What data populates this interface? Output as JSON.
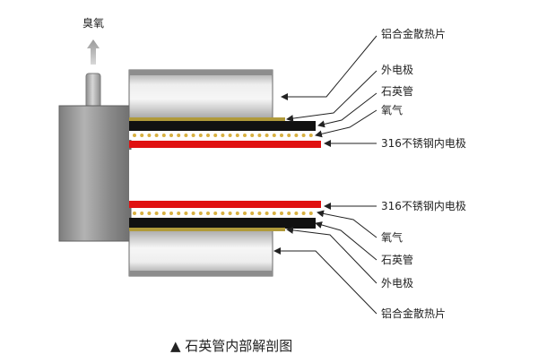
{
  "diagram": {
    "title": "▲ 石英管内部解剖图",
    "ozone_label": "臭氧",
    "labels_top": [
      {
        "id": "heatsink",
        "text": "铝合金散热片"
      },
      {
        "id": "outer",
        "text": "外电极"
      },
      {
        "id": "quartz",
        "text": "石英管"
      },
      {
        "id": "oxygen",
        "text": "氧气"
      },
      {
        "id": "inner",
        "text": "316不锈钢内电极"
      }
    ],
    "labels_bottom": [
      {
        "id": "inner",
        "text": "316不锈钢内电极"
      },
      {
        "id": "oxygen",
        "text": "氧气"
      },
      {
        "id": "quartz",
        "text": "石英管"
      },
      {
        "id": "outer",
        "text": "外电极"
      },
      {
        "id": "heatsink",
        "text": "铝合金散热片"
      }
    ],
    "colors": {
      "inner_electrode": "#e01010",
      "outer_electrode": "#111111",
      "quartz": "#b09a3a",
      "plasma_dot": "#d8b040",
      "body_metal": "#8f8f8f",
      "arrow_up": "#b8b8b8"
    }
  }
}
